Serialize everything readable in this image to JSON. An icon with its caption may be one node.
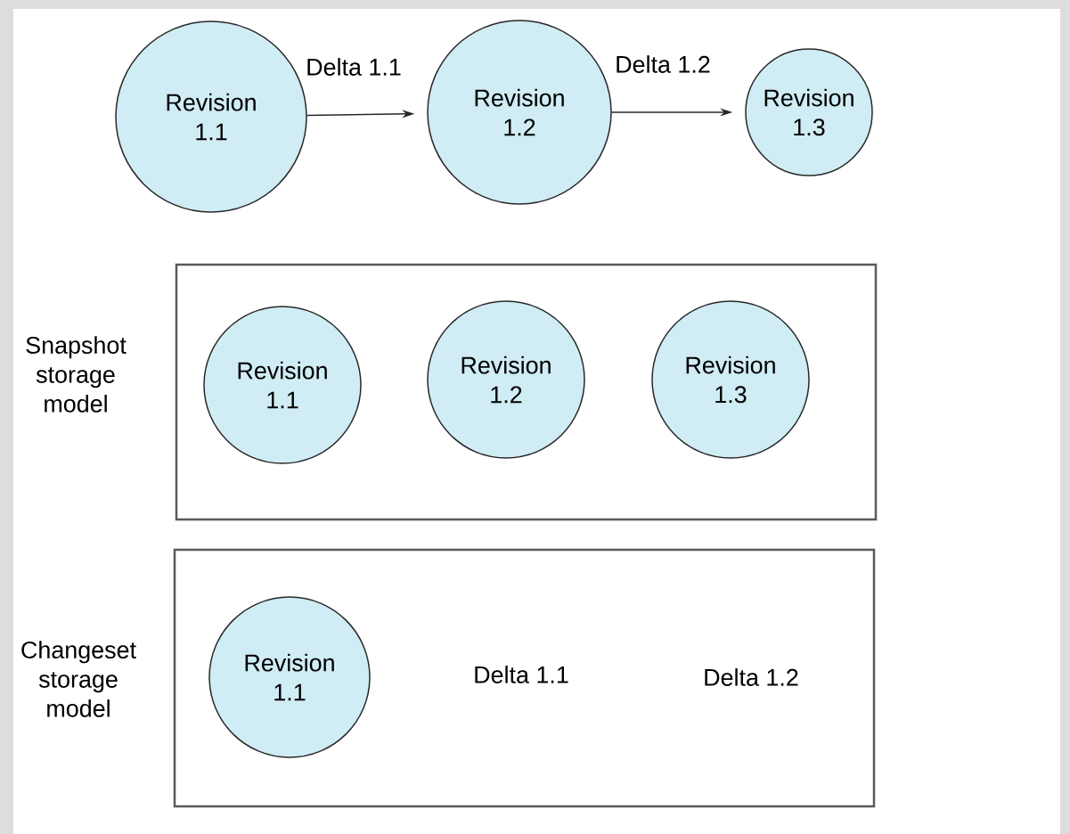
{
  "diagram": {
    "nodes": [
      {
        "text": [
          "Revision 1.1"
        ]
      },
      {
        "text": [
          "Revision 1.2"
        ]
      },
      {
        "text": [
          "Revision 1.3"
        ]
      },
      {
        "text": [
          "Snapshot storage model"
        ]
      },
      {
        "text": [
          "Revision 1.1"
        ],
        "in": 3
      },
      {
        "text": [
          "Revision 1.2"
        ],
        "in": 3
      },
      {
        "text": [
          "Revision 1.3"
        ],
        "in": 3
      },
      {
        "text": [
          "Changeset storage model"
        ]
      },
      {
        "text": [
          "Revision 1.1"
        ],
        "in": 7
      }
    ],
    "edges": [
      {
        "from": 0,
        "to": 1,
        "arrow": "to",
        "label": "Delta 1.1"
      },
      {
        "from": 1,
        "to": 2,
        "arrow": "to",
        "label": "Delta 1.2"
      }
    ],
    "labels": [
      "Delta 1.1",
      "Delta 1.2"
    ]
  }
}
